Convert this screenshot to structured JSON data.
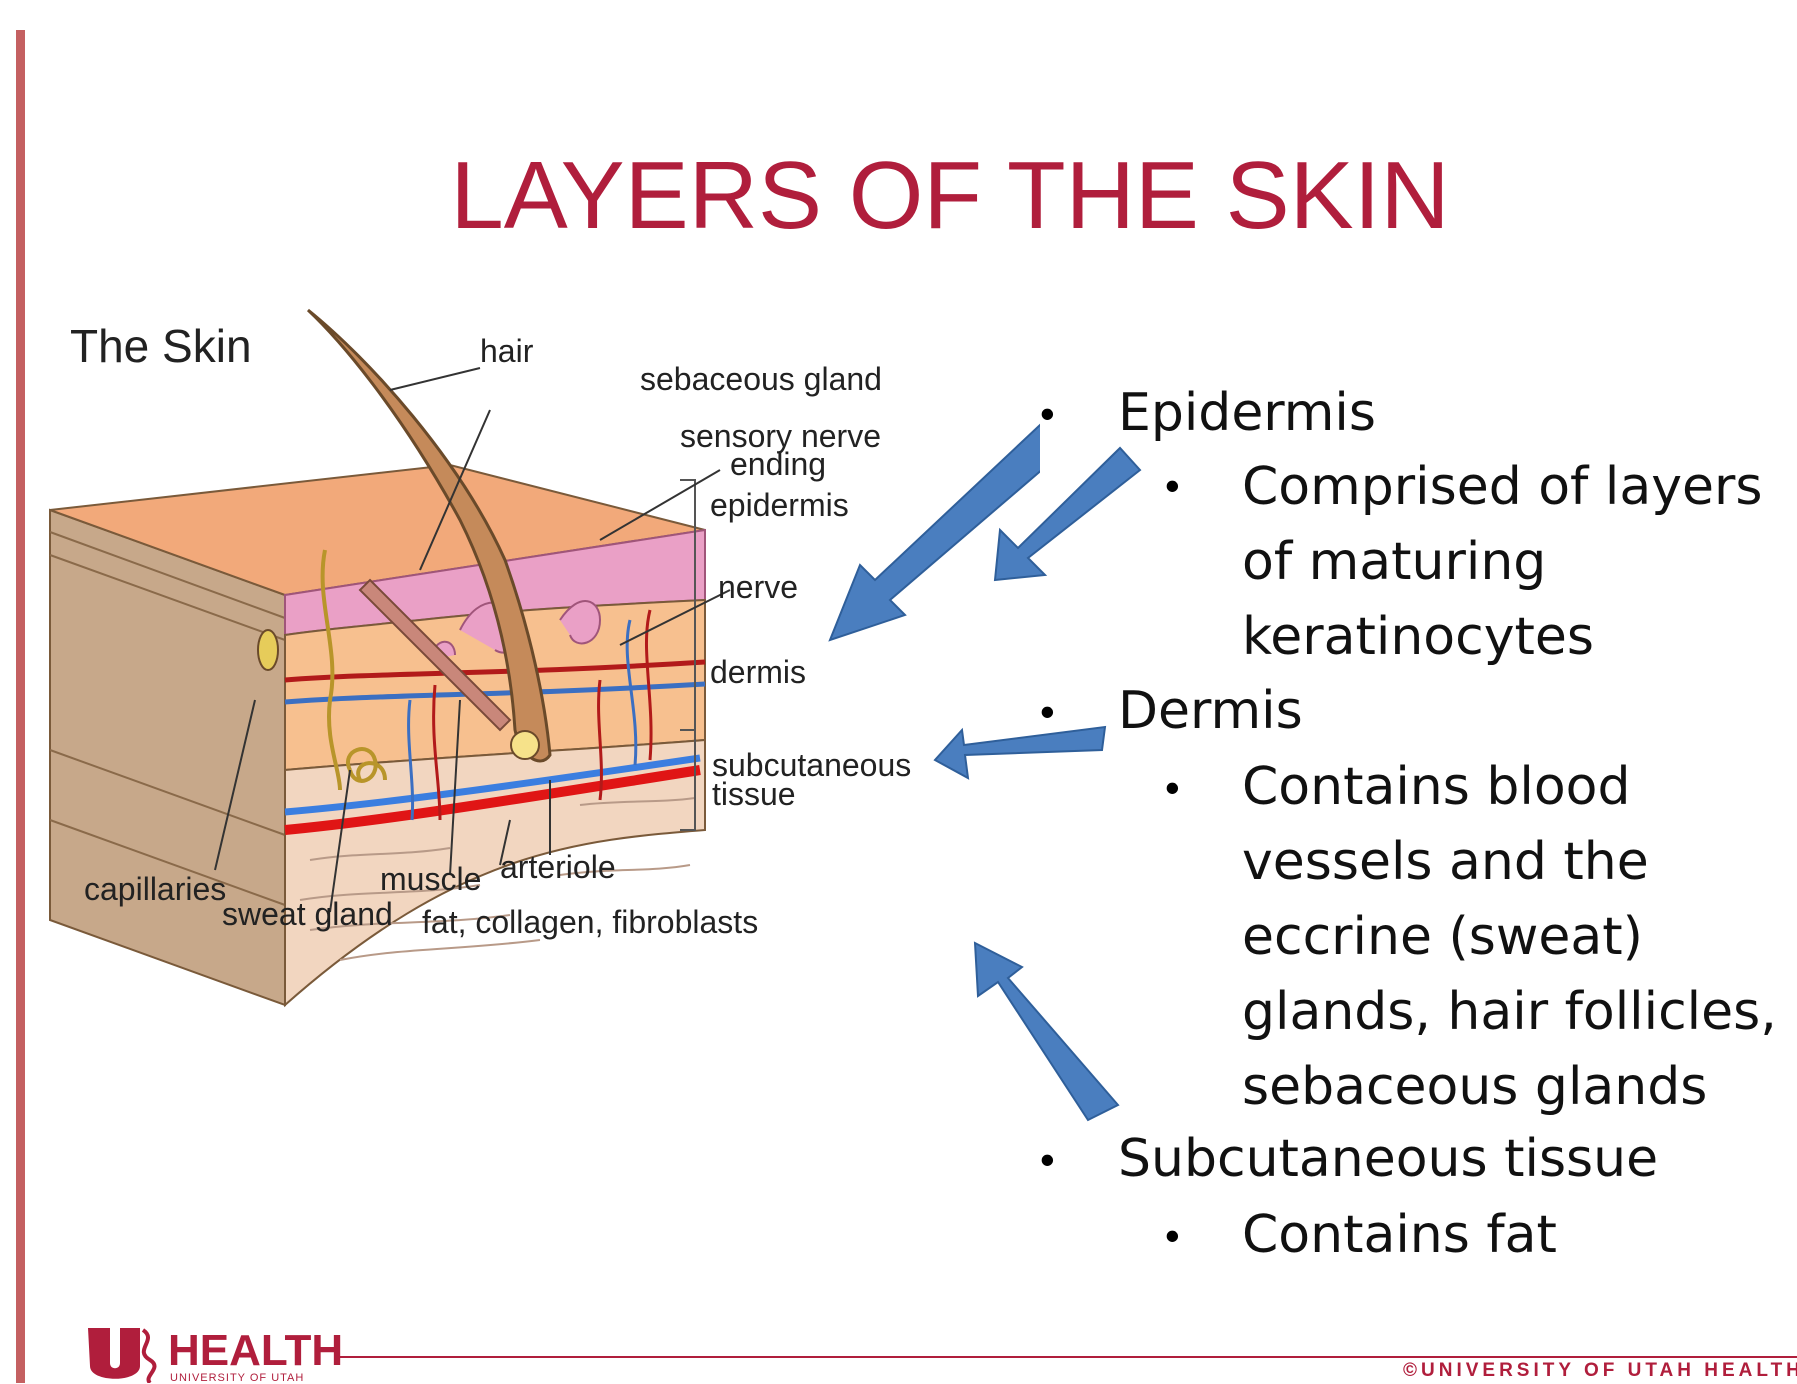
{
  "slide": {
    "title": "LAYERS OF THE SKIN"
  },
  "diagram": {
    "title": "The Skin",
    "labels": {
      "hair": "hair",
      "sebaceous_gland": "sebaceous gland",
      "sensory_nerve_1": "sensory nerve",
      "sensory_nerve_2": "ending",
      "epidermis": "epidermis",
      "nerve": "nerve",
      "dermis": "dermis",
      "subcutaneous_1": "subcutaneous",
      "subcutaneous_2": "tissue",
      "capillaries": "capillaries",
      "sweat_gland": "sweat gland",
      "muscle": "muscle",
      "arteriole": "arteriole",
      "fat_collagen": "fat, collagen, fibroblasts"
    }
  },
  "bullets": [
    {
      "text": "Epidermis",
      "sub": [
        "Comprised of layers",
        "of maturing",
        "keratinocytes"
      ]
    },
    {
      "text": "Dermis",
      "sub": [
        "Contains blood",
        "vessels and the",
        "eccrine (sweat)",
        "glands, hair follicles,",
        "sebaceous glands"
      ]
    },
    {
      "text": "Subcutaneous tissue",
      "sub": [
        "Contains fat"
      ]
    }
  ],
  "footer": {
    "logo_text": "HEALTH",
    "logo_subtext": "UNIVERSITY OF UTAH",
    "copyright": "©UNIVERSITY OF UTAH HEALTH"
  },
  "colors": {
    "brand_red": "#b01e3c",
    "arrow_blue": "#4a7ebf"
  }
}
